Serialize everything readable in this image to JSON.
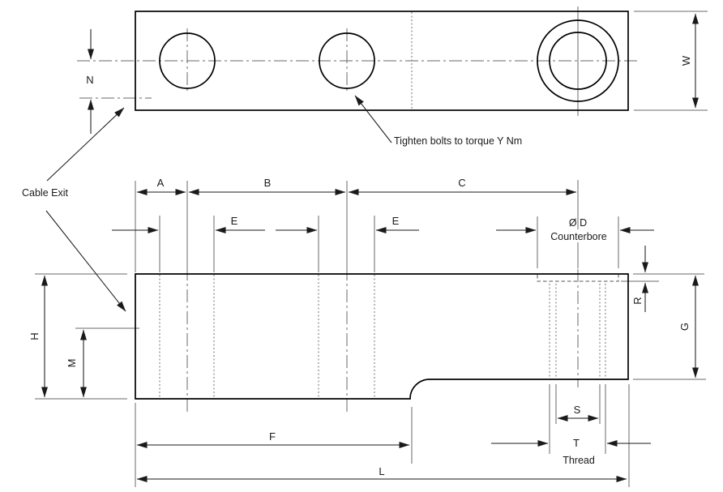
{
  "notes": {
    "cable_exit": "Cable Exit",
    "torque": "Tighten bolts to torque Y Nm",
    "counterbore_line1": "Ø D",
    "counterbore_line2": "Counterbore",
    "thread_line2": "Thread"
  },
  "dims": {
    "n": "N",
    "w": "W",
    "a": "A",
    "b": "B",
    "c": "C",
    "e_left_hole": "E",
    "e_middle_hole": "E",
    "r": "R",
    "g": "G",
    "h": "H",
    "m": "M",
    "s": "S",
    "t": "T",
    "f": "F",
    "l": "L"
  }
}
